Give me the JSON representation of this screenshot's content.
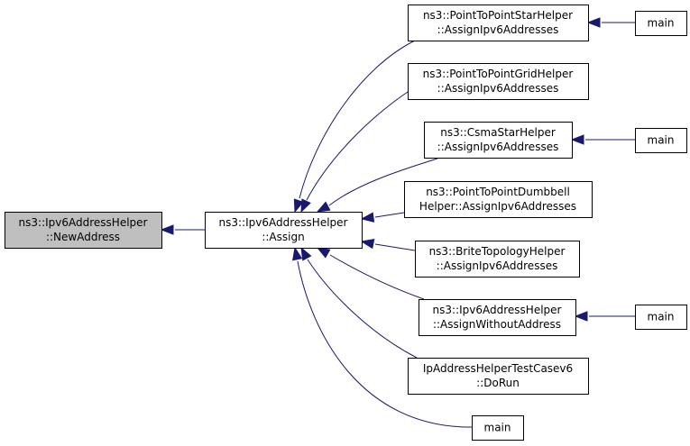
{
  "graph": {
    "nodes": {
      "new_address": {
        "lines": [
          "ns3::Ipv6AddressHelper",
          "::NewAddress"
        ]
      },
      "assign": {
        "lines": [
          "ns3::Ipv6AddressHelper",
          "::Assign"
        ]
      },
      "p2p_star": {
        "lines": [
          "ns3::PointToPointStarHelper",
          "::AssignIpv6Addresses"
        ]
      },
      "p2p_grid": {
        "lines": [
          "ns3::PointToPointGridHelper",
          "::AssignIpv6Addresses"
        ]
      },
      "csma_star": {
        "lines": [
          "ns3::CsmaStarHelper",
          "::AssignIpv6Addresses"
        ]
      },
      "p2p_dumbbell": {
        "lines": [
          "ns3::PointToPointDumbbell",
          "Helper::AssignIpv6Addresses"
        ]
      },
      "brite": {
        "lines": [
          "ns3::BriteTopologyHelper",
          "::AssignIpv6Addresses"
        ]
      },
      "assign_without": {
        "lines": [
          "ns3::Ipv6AddressHelper",
          "::AssignWithoutAddress"
        ]
      },
      "testcase6": {
        "lines": [
          "IpAddressHelperTestCasev6",
          "::DoRun"
        ]
      },
      "main_assign": {
        "lines": [
          "main"
        ]
      },
      "main_star": {
        "lines": [
          "main"
        ]
      },
      "main_csma": {
        "lines": [
          "main"
        ]
      },
      "main_without": {
        "lines": [
          "main"
        ]
      }
    },
    "edges": [
      {
        "caller": "assign",
        "callee": "new_address"
      },
      {
        "caller": "p2p_star",
        "callee": "assign"
      },
      {
        "caller": "p2p_grid",
        "callee": "assign"
      },
      {
        "caller": "csma_star",
        "callee": "assign"
      },
      {
        "caller": "p2p_dumbbell",
        "callee": "assign"
      },
      {
        "caller": "brite",
        "callee": "assign"
      },
      {
        "caller": "assign_without",
        "callee": "assign"
      },
      {
        "caller": "testcase6",
        "callee": "assign"
      },
      {
        "caller": "main_assign",
        "callee": "assign"
      },
      {
        "caller": "main_star",
        "callee": "p2p_star"
      },
      {
        "caller": "main_csma",
        "callee": "csma_star"
      },
      {
        "caller": "main_without",
        "callee": "assign_without"
      }
    ],
    "colors": {
      "edge": "#191970",
      "root_fill": "#bfbfbf",
      "node_fill": "#ffffff",
      "border": "#000000"
    }
  }
}
